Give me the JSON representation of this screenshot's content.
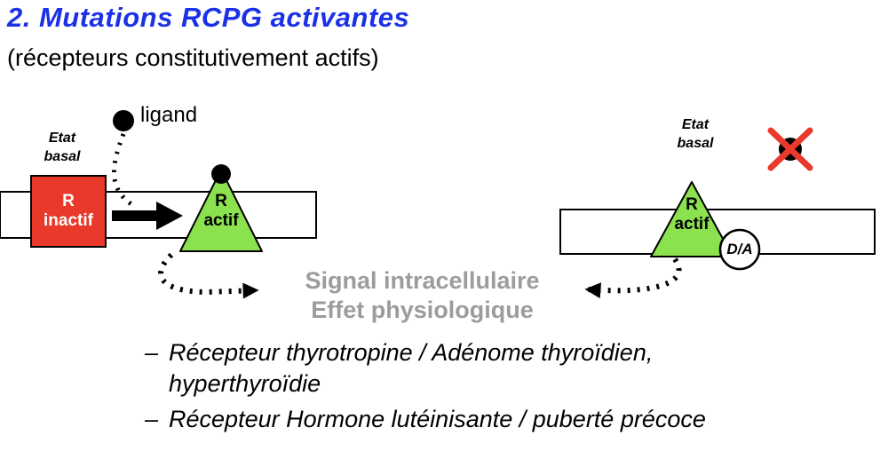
{
  "title": "2. Mutations RCPG activantes",
  "subtitle": "(récepteurs constitutivement actifs)",
  "diagram": {
    "left": {
      "ligand_label": "ligand",
      "etat_basal": "Etat\nbasal",
      "receptor_inactive": "R\ninactif",
      "receptor_active": "R\nactif"
    },
    "right": {
      "etat_basal": "Etat\nbasal",
      "receptor_active": "R\nactif",
      "da_badge": "D/A"
    },
    "signal_line1": "Signal intracellulaire",
    "signal_line2": "Effet physiologique"
  },
  "bullets": [
    {
      "dash": "–",
      "text": "Récepteur thyrotropine / Adénome thyroïdien,\nhyperthyroïdie"
    },
    {
      "dash": "–",
      "text": "Récepteur Hormone lutéinisante / puberté précoce"
    }
  ],
  "colors": {
    "title_blue": "#1b31e8",
    "inactive_red": "#e8392b",
    "active_green": "#8ce14f",
    "signal_gray": "#9c9c9c",
    "cross_red": "#e8392b"
  }
}
